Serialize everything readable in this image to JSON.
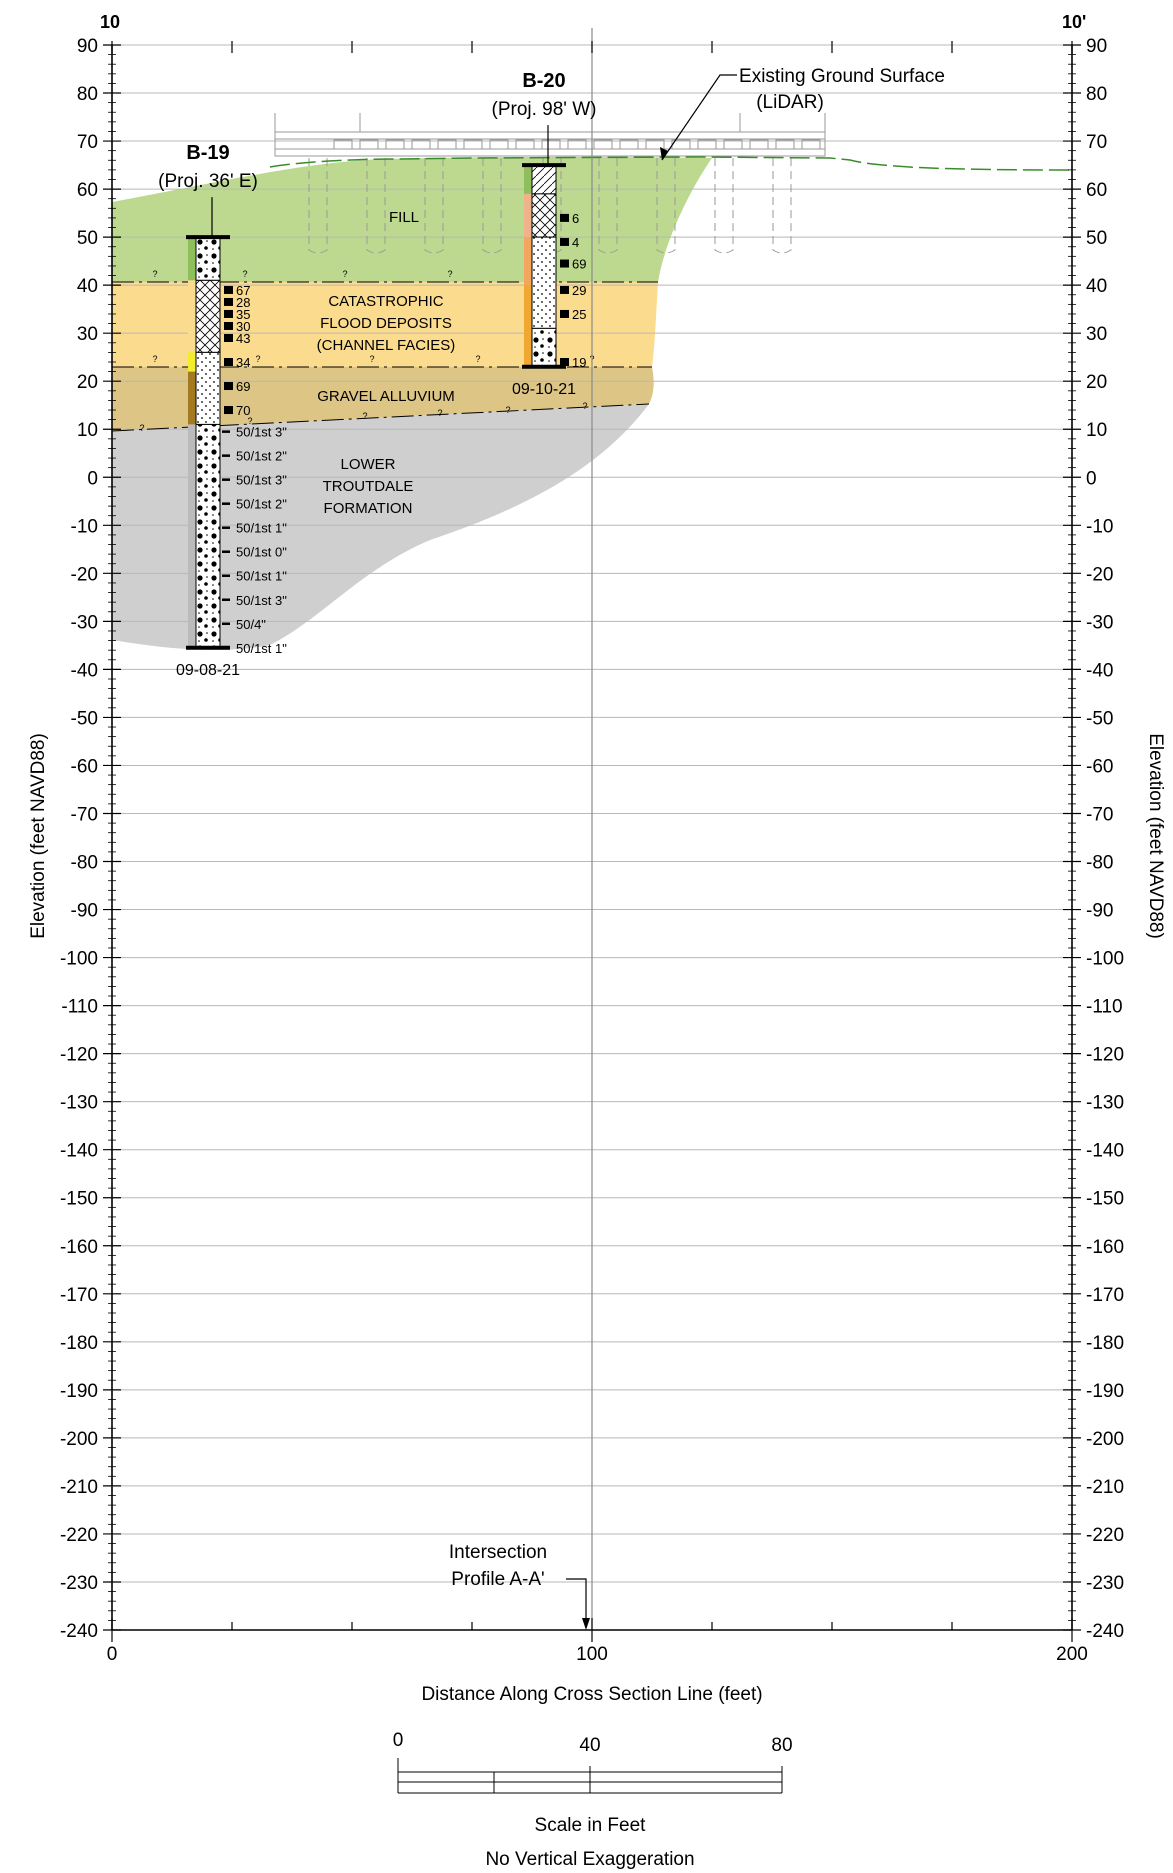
{
  "section": {
    "left_label": "10",
    "right_label": "10'",
    "left_axis_title": "Elevation (feet NAVD88)",
    "right_axis_title": "Elevation (feet NAVD88)",
    "x_axis_title": "Distance Along Cross Section Line (feet)",
    "x_ticks": [
      "0",
      "100",
      "200"
    ],
    "y_ticks": [
      "90",
      "80",
      "70",
      "60",
      "50",
      "40",
      "30",
      "20",
      "10",
      "0",
      "-10",
      "-20",
      "-30",
      "-40",
      "-50",
      "-60",
      "-70",
      "-80",
      "-90",
      "-100",
      "-110",
      "-120",
      "-130",
      "-140",
      "-150",
      "-160",
      "-170",
      "-180",
      "-190",
      "-200",
      "-210",
      "-220",
      "-230",
      "-240"
    ],
    "y_range": [
      -240,
      90
    ],
    "x_range": [
      0,
      200
    ]
  },
  "annotations": {
    "ground_surface_line1": "Existing Ground Surface",
    "ground_surface_line2": "(LiDAR)",
    "intersection_line1": "Intersection",
    "intersection_line2": "Profile A-A'",
    "query_mark": "?"
  },
  "units": {
    "fill": "FILL",
    "flood_line1": "CATASTROPHIC",
    "flood_line2": "FLOOD DEPOSITS",
    "flood_line3": "(CHANNEL FACIES)",
    "gravel": "GRAVEL ALLUVIUM",
    "troutdale_line1": "LOWER",
    "troutdale_line2": "TROUTDALE",
    "troutdale_line3": "FORMATION",
    "colors": {
      "fill": "#bcd98f",
      "flood": "#fbdc8e",
      "gravel": "#ddc586",
      "troutdale": "#cfcfcf",
      "ground_line": "#3a8c2a"
    }
  },
  "borings": [
    {
      "name": "B-19",
      "projection": "(Proj. 36' E)",
      "date": "09-08-21",
      "station": 20,
      "top_elev": 50,
      "bottom_elev": -35.5,
      "blows": [
        {
          "elev": 39,
          "text": "67"
        },
        {
          "elev": 36.5,
          "text": "28"
        },
        {
          "elev": 34,
          "text": "35"
        },
        {
          "elev": 31.5,
          "text": "30"
        },
        {
          "elev": 29,
          "text": "43"
        },
        {
          "elev": 24,
          "text": "34"
        },
        {
          "elev": 19,
          "text": "69"
        },
        {
          "elev": 14,
          "text": "70"
        },
        {
          "elev": 9.5,
          "text": "50/1st 3\""
        },
        {
          "elev": 4.5,
          "text": "50/1st 2\""
        },
        {
          "elev": -0.5,
          "text": "50/1st 3\""
        },
        {
          "elev": -5.5,
          "text": "50/1st 2\""
        },
        {
          "elev": -10.5,
          "text": "50/1st 1\""
        },
        {
          "elev": -15.5,
          "text": "50/1st 0\""
        },
        {
          "elev": -20.5,
          "text": "50/1st 1\""
        },
        {
          "elev": -25.5,
          "text": "50/1st 3\""
        },
        {
          "elev": -30.5,
          "text": "50/4\""
        },
        {
          "elev": -35.5,
          "text": "50/1st 1\""
        }
      ]
    },
    {
      "name": "B-20",
      "projection": "(Proj. 98' W)",
      "date": "09-10-21",
      "station": 90,
      "top_elev": 65,
      "bottom_elev": 23,
      "blows": [
        {
          "elev": 54,
          "text": "6"
        },
        {
          "elev": 49,
          "text": "4"
        },
        {
          "elev": 44.5,
          "text": "69"
        },
        {
          "elev": 39,
          "text": "29"
        },
        {
          "elev": 34,
          "text": "25"
        },
        {
          "elev": 24,
          "text": "19"
        }
      ]
    }
  ],
  "scale_bar": {
    "labels": [
      "0",
      "40",
      "80"
    ],
    "caption": "Scale in Feet",
    "note": "No Vertical Exaggeration"
  }
}
